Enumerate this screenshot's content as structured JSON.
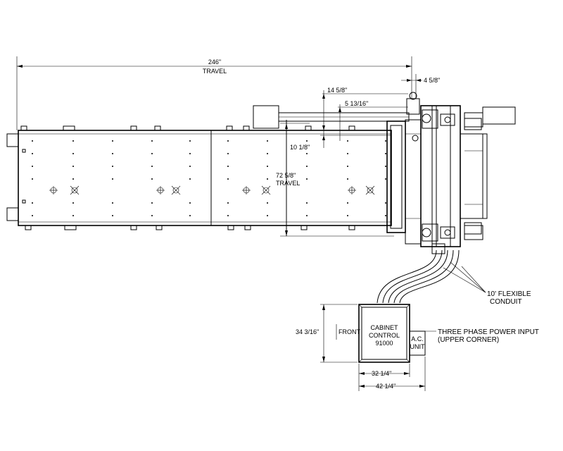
{
  "dimensions": {
    "travel_x_value": "246\"",
    "travel_x_label": "TRAVEL",
    "gantry_offset": "4 5/8\"",
    "offset_a": "14 5/8\"",
    "offset_b": "5 13/16\"",
    "offset_c": "10 1/8\"",
    "travel_y_value": "72 5/8\"",
    "travel_y_label": "TRAVEL",
    "cabinet_depth": "34 3/16\"",
    "cabinet_width": "32 1/4\"",
    "cabinet_overall_width": "42 1/4\""
  },
  "callouts": {
    "conduit_line1": "10' FLEXIBLE",
    "conduit_line2": "CONDUIT",
    "power_line1": "THREE PHASE POWER INPUT",
    "power_line2": "(UPPER CORNER)",
    "front_label": "FRONT"
  },
  "cabinet": {
    "line1": "CABINET",
    "line2": "CONTROL",
    "line3": "91000"
  },
  "ac_unit": {
    "line1": "A.C.",
    "line2": "UNIT"
  }
}
